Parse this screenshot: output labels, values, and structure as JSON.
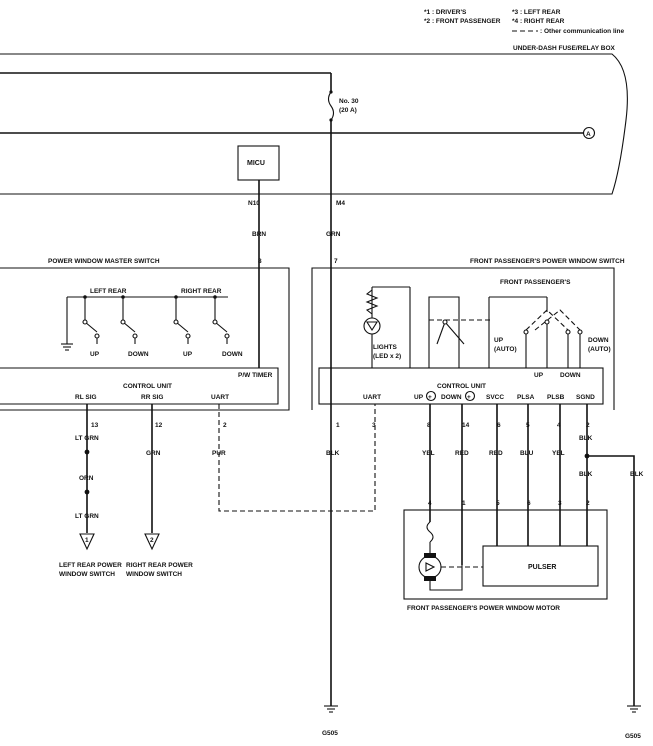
{
  "legend": {
    "item1": "*1 : DRIVER'S",
    "item2": "*2 : FRONT PASSENGER",
    "item3": "*3 : LEFT REAR",
    "item4": "*4 : RIGHT REAR",
    "dashed": ": Other communication line"
  },
  "fuse_box": {
    "title": "UNDER-DASH FUSE/RELAY BOX",
    "fuse_number": "No. 30",
    "fuse_rating": "(20 A)",
    "connector_ref": "A"
  },
  "micu": {
    "label": "MICU",
    "pin_n10": "N10",
    "pin_m4": "M4"
  },
  "wires": {
    "brn": "BRN",
    "grn": "GRN",
    "blk": "BLK",
    "lt_grn": "LT GRN",
    "orn": "ORN",
    "pur": "PUR",
    "yel": "YEL",
    "red": "RED",
    "blu": "BLU"
  },
  "master_switch": {
    "title": "POWER WINDOW MASTER SWITCH",
    "left_rear": "LEFT REAR",
    "right_rear": "RIGHT REAR",
    "up": "UP",
    "down": "DOWN",
    "pw_timer": "P/W TIMER",
    "control_unit": "CONTROL UNIT",
    "rl_sig": "RL SIG",
    "rr_sig": "RR SIG",
    "uart": "UART",
    "pin_8": "8",
    "pin_13": "13",
    "pin_12": "12",
    "pin_2": "2"
  },
  "passenger_switch": {
    "title": "FRONT PASSENGER'S POWER WINDOW SWITCH",
    "front_passengers": "FRONT PASSENGER'S",
    "lights": "LIGHTS",
    "led": "(LED x 2)",
    "up_auto_1": "UP",
    "up_auto_2": "(AUTO)",
    "down_auto_1": "DOWN",
    "down_auto_2": "(AUTO)",
    "up": "UP",
    "down": "DOWN",
    "control_unit": "CONTROL UNIT",
    "uart": "UART",
    "t_up": "UP",
    "t_down": "DOWN",
    "svcc": "SVCC",
    "plsa": "PLSA",
    "plsb": "PLSB",
    "sgnd": "SGND",
    "pin_7": "7",
    "pin_1": "1",
    "pin_3": "3",
    "pin_8": "8",
    "pin_14": "14",
    "pin_6": "6",
    "pin_5": "5",
    "pin_4": "4",
    "pin_2": "2"
  },
  "motor": {
    "title": "FRONT PASSENGER'S POWER WINDOW MOTOR",
    "pulser": "PULSER",
    "pin_4": "4",
    "pin_1": "1",
    "pin_5": "5",
    "pin_6": "6",
    "pin_3": "3",
    "pin_2": "2"
  },
  "connectors": {
    "one": "1",
    "two": "2",
    "left_rear_1": "LEFT REAR POWER",
    "left_rear_2": "WINDOW SWITCH",
    "right_rear_1": "RIGHT REAR POWER",
    "right_rear_2": "WINDOW SWITCH"
  },
  "grounds": {
    "g1": "G505",
    "g2": "G505"
  }
}
